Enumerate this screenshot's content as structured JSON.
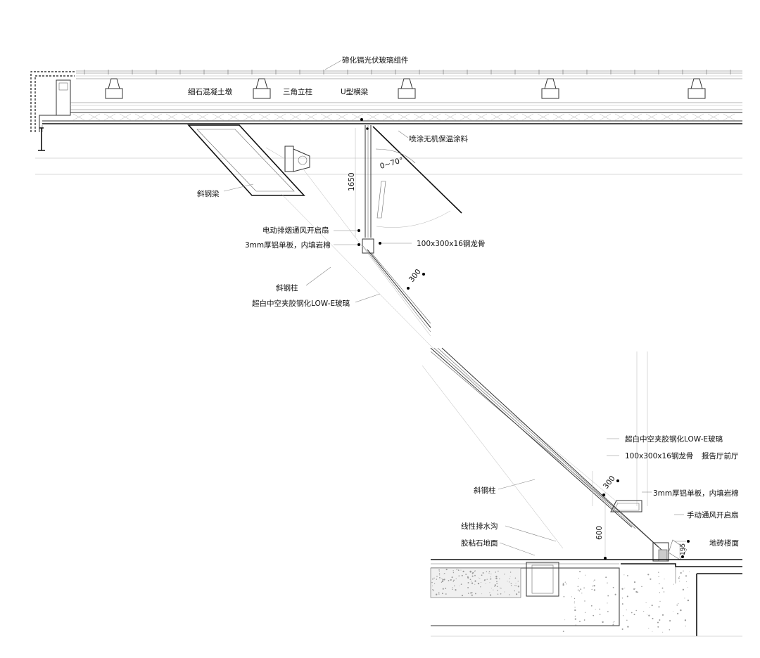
{
  "labels": {
    "pv_glass": "碲化镉光伏玻璃组件",
    "fine_concrete": "细石混凝土墩",
    "triangle_post": "三角立柱",
    "u_beam": "U型横梁",
    "spray_coating": "喷涂无机保温涂料",
    "opening_angle": "0~70°",
    "height_1650": "1650",
    "inclined_beam": "斜钢梁",
    "motor_vent": "电动排烟通风开启扇",
    "alu_panel_top": "3mm厚铝单板，内填岩棉",
    "keel_top": "100x300x16钢龙骨",
    "dim_300_top": "300",
    "inclined_column_top": "斜钢柱",
    "lowe_glass_top": "超白中空夹胶钢化LOW-E玻璃",
    "lowe_glass_bottom": "超白中空夹胶钢化LOW-E玻璃",
    "keel_bottom": "100x300x16钢龙骨",
    "lobby": "报告厅前厅",
    "dim_300_bottom": "300",
    "inclined_column_bottom": "斜钢柱",
    "alu_panel_bottom": "3mm厚铝单板，内填岩棉",
    "manual_vent": "手动通风开启扇",
    "linear_drain": "线性排水沟",
    "resin_floor": "胶粘石地面",
    "dim_600": "600",
    "dim_195": "195",
    "tile_floor": "地砖楼面"
  }
}
